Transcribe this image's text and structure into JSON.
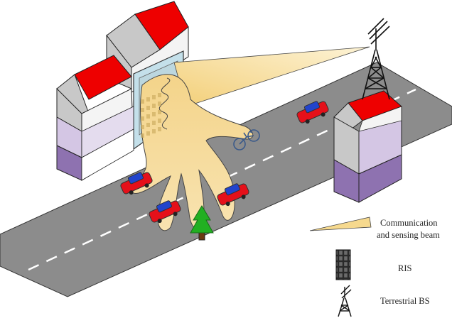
{
  "legend": {
    "beam_label_line1": "Communication",
    "beam_label_line2": "and sensing beam",
    "ris_label": "RIS",
    "bs_label": "Terrestrial BS"
  },
  "colors": {
    "road": "#8c8c8c",
    "roof": "#ee0000",
    "wall_top": "#c8c8c8",
    "wall_mid": "#d4c6e4",
    "wall_bottom": "#8e72b0",
    "beam": "#f6d98e",
    "car": "#e5101a",
    "car_window": "#2244cc",
    "tree": "#22b022",
    "ris_panel": "#c4e0ea"
  },
  "icons": [
    "building",
    "ris-panel",
    "base-station-tower",
    "car",
    "bicycle",
    "tree",
    "beam"
  ]
}
